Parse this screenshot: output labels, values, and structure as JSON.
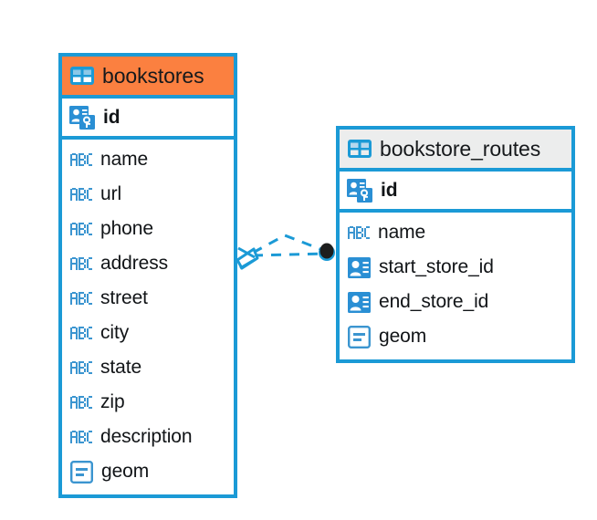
{
  "diagram": {
    "type": "entity-relationship-diagram",
    "background_color": "#ffffff",
    "accent_color": "#1b9ad6",
    "highlight_color": "#fb8040",
    "header_gray": "#eceded"
  },
  "entities": [
    {
      "name": "bookstores",
      "header_style": "orange",
      "header_icon": "table-icon",
      "primary_key": {
        "label": "id",
        "icon": "primary-key-icon"
      },
      "fields": [
        {
          "label": "name",
          "icon": "text-abc-icon"
        },
        {
          "label": "url",
          "icon": "text-abc-icon"
        },
        {
          "label": "phone",
          "icon": "text-abc-icon"
        },
        {
          "label": "address",
          "icon": "text-abc-icon"
        },
        {
          "label": "street",
          "icon": "text-abc-icon"
        },
        {
          "label": "city",
          "icon": "text-abc-icon"
        },
        {
          "label": "state",
          "icon": "text-abc-icon"
        },
        {
          "label": "zip",
          "icon": "text-abc-icon"
        },
        {
          "label": "description",
          "icon": "text-abc-icon"
        },
        {
          "label": "geom",
          "icon": "geometry-icon"
        }
      ]
    },
    {
      "name": "bookstore_routes",
      "header_style": "gray",
      "header_icon": "table-icon",
      "primary_key": {
        "label": "id",
        "icon": "primary-key-icon"
      },
      "fields": [
        {
          "label": "name",
          "icon": "text-abc-icon"
        },
        {
          "label": "start_store_id",
          "icon": "foreign-key-icon"
        },
        {
          "label": "end_store_id",
          "icon": "foreign-key-icon"
        },
        {
          "label": "geom",
          "icon": "geometry-icon"
        }
      ]
    }
  ],
  "relationship": {
    "from": "bookstores",
    "to": "bookstore_routes",
    "line_style": "dashed",
    "line_color": "#1b9ad6",
    "source_marker": "crows-foot-diamond",
    "target_marker": "filled-circle",
    "target_marker_color": "#1d1d1d"
  }
}
